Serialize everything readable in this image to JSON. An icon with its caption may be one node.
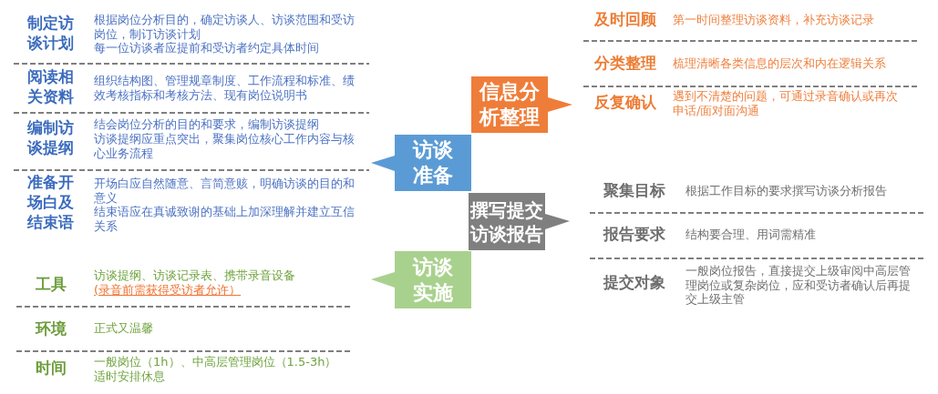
{
  "diagram": {
    "nodes": [
      {
        "text": [
          "信息分析整理"
        ]
      },
      {
        "text": [
          "访谈准备"
        ]
      },
      {
        "text": [
          "撰写提交访谈报告"
        ]
      },
      {
        "text": [
          "访谈实施"
        ]
      }
    ],
    "labels": [
      "制定访谈计划",
      "根据岗位分析目的，确定访谈人、访谈范围和受访岗位，制订访谈计划",
      "每一位访谈者应提前和受访者约定具体时间",
      "阅读相关资料",
      "组织结构图、管理规章制度、工作流程和标准、绩效考核指标和考核方法、现有岗位说明书",
      "编制访谈提纲",
      "结会岗位分析的目的和要求，编制访谈提纲",
      "访谈提纲应重点突出，聚集岗位核心工作内容与核心业务流程",
      "准备开场白及结束语",
      "开场白应自然随意、言简意赅，明确访谈的目的和意义",
      "结束语应在真诚致谢的基础上加深理解并建立互信关系",
      "工具",
      "访谈提纲、访谈记录表、携带录音设备",
      "(录音前需获得受访者允许）",
      "环境",
      "正式又温馨",
      "时间",
      "一般岗位（1h）、中高层管理岗位（1.5-3h）",
      "适时安排休息",
      "及时回顾",
      "第一时间整理访谈资料，补充访谈记录",
      "分类整理",
      "梳理清晰各类信息的层次和内在逻辑关系",
      "反复确认",
      "遇到不清楚的问题，可通过录音确认或再次申话/面对面沟通",
      "聚集目标",
      "根据工作目标的要求撰写访谈分析报告",
      "报告要求",
      "结构要合理、用词需精准",
      "提交对象",
      "一般岗位报告，直接提交上级审阅中高层管理岗位或复杂岗位，应和受访者确认后再提交上级主管"
    ]
  }
}
